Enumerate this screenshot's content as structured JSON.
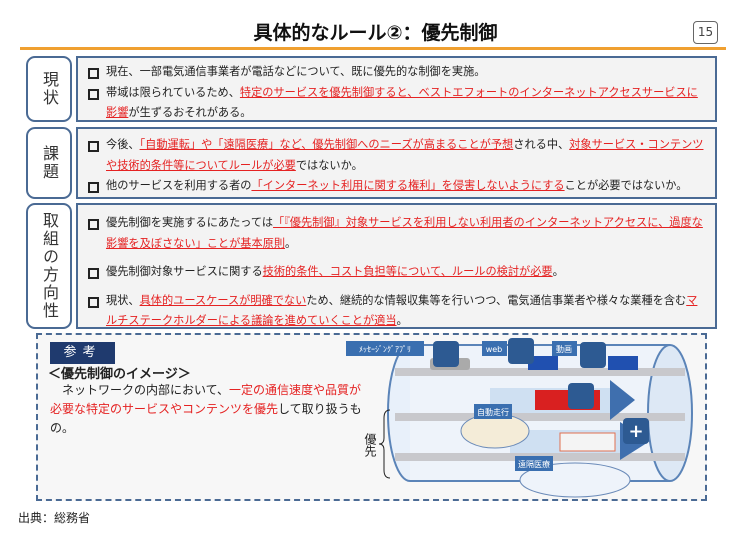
{
  "title": "具体的なルール②：優先制御",
  "page_number": "15",
  "sections": [
    {
      "label": "現状",
      "bullets": [
        [
          {
            "t": "現在、一部電気通信事業者が電話などについて、既に優先的な制御を実施。",
            "hl": false
          }
        ],
        [
          {
            "t": "帯域は限られているため、",
            "hl": false
          },
          {
            "t": "特定のサービスを優先制御すると、ベストエフォートのインターネットアクセスサービスに影響",
            "hl": true
          },
          {
            "t": "が生ずるおそれがある。",
            "hl": false
          }
        ]
      ]
    },
    {
      "label": "課題",
      "bullets": [
        [
          {
            "t": "今後、",
            "hl": false
          },
          {
            "t": "「自動運転」や「遠隔医療」など、優先制御へのニーズが高まることが予想",
            "hl": true
          },
          {
            "t": "される中、",
            "hl": false
          },
          {
            "t": "対象サービス・コンテンツや技術的条件等についてルールが必要",
            "hl": true
          },
          {
            "t": "ではないか。",
            "hl": false
          }
        ],
        [
          {
            "t": "他のサービスを利用する者の",
            "hl": false
          },
          {
            "t": "「インターネット利用に関する権利」を侵害しないようにする",
            "hl": true
          },
          {
            "t": "ことが必要ではないか。",
            "hl": false
          }
        ]
      ]
    },
    {
      "label": "取組の方向性",
      "bullets": [
        [
          {
            "t": "優先制御を実施するにあたっては",
            "hl": false
          },
          {
            "t": "「『優先制御』対象サービスを利用しない利用者のインターネットアクセスに、過度な影響を及ぼさない」ことが基本原則",
            "hl": true
          },
          {
            "t": "。",
            "hl": false
          }
        ],
        [
          {
            "t": "優先制御対象サービスに関する",
            "hl": false
          },
          {
            "t": "技術的条件、コスト負担等について、ルールの検討が必要",
            "hl": true
          },
          {
            "t": "。",
            "hl": false
          }
        ],
        [
          {
            "t": "現状、",
            "hl": false
          },
          {
            "t": "具体的ユースケースが明確でない",
            "hl": true
          },
          {
            "t": "ため、継続的な情報収集等を行いつつ、電気通信事業者や様々な業種を含む",
            "hl": false
          },
          {
            "t": "マルチステークホルダーによる議論を進めていくことが適当",
            "hl": true
          },
          {
            "t": "。",
            "hl": false
          }
        ]
      ]
    }
  ],
  "reference": {
    "tag": "参考",
    "heading": "＜優先制御のイメージ＞",
    "body_plain1": "ネットワークの内部において、",
    "body_red": "一定の通信速度や品質が必要な特定のサービスやコンテンツを優先",
    "body_plain2": "して取り扱うもの。",
    "illustration": {
      "messaging": "ﾒｯｾｰｼﾞﾝｸﾞｱﾌﾟﾘ",
      "web": "web",
      "video": "動画",
      "autonomous": "自動走行",
      "telemedicine": "遠隔医療",
      "priority": "優先"
    }
  },
  "source": "出典：総務省",
  "colors": {
    "accent": "#f0a030",
    "border": "#4a6a94",
    "highlight": "#e52222",
    "tag_bg": "#1f3a6e"
  }
}
